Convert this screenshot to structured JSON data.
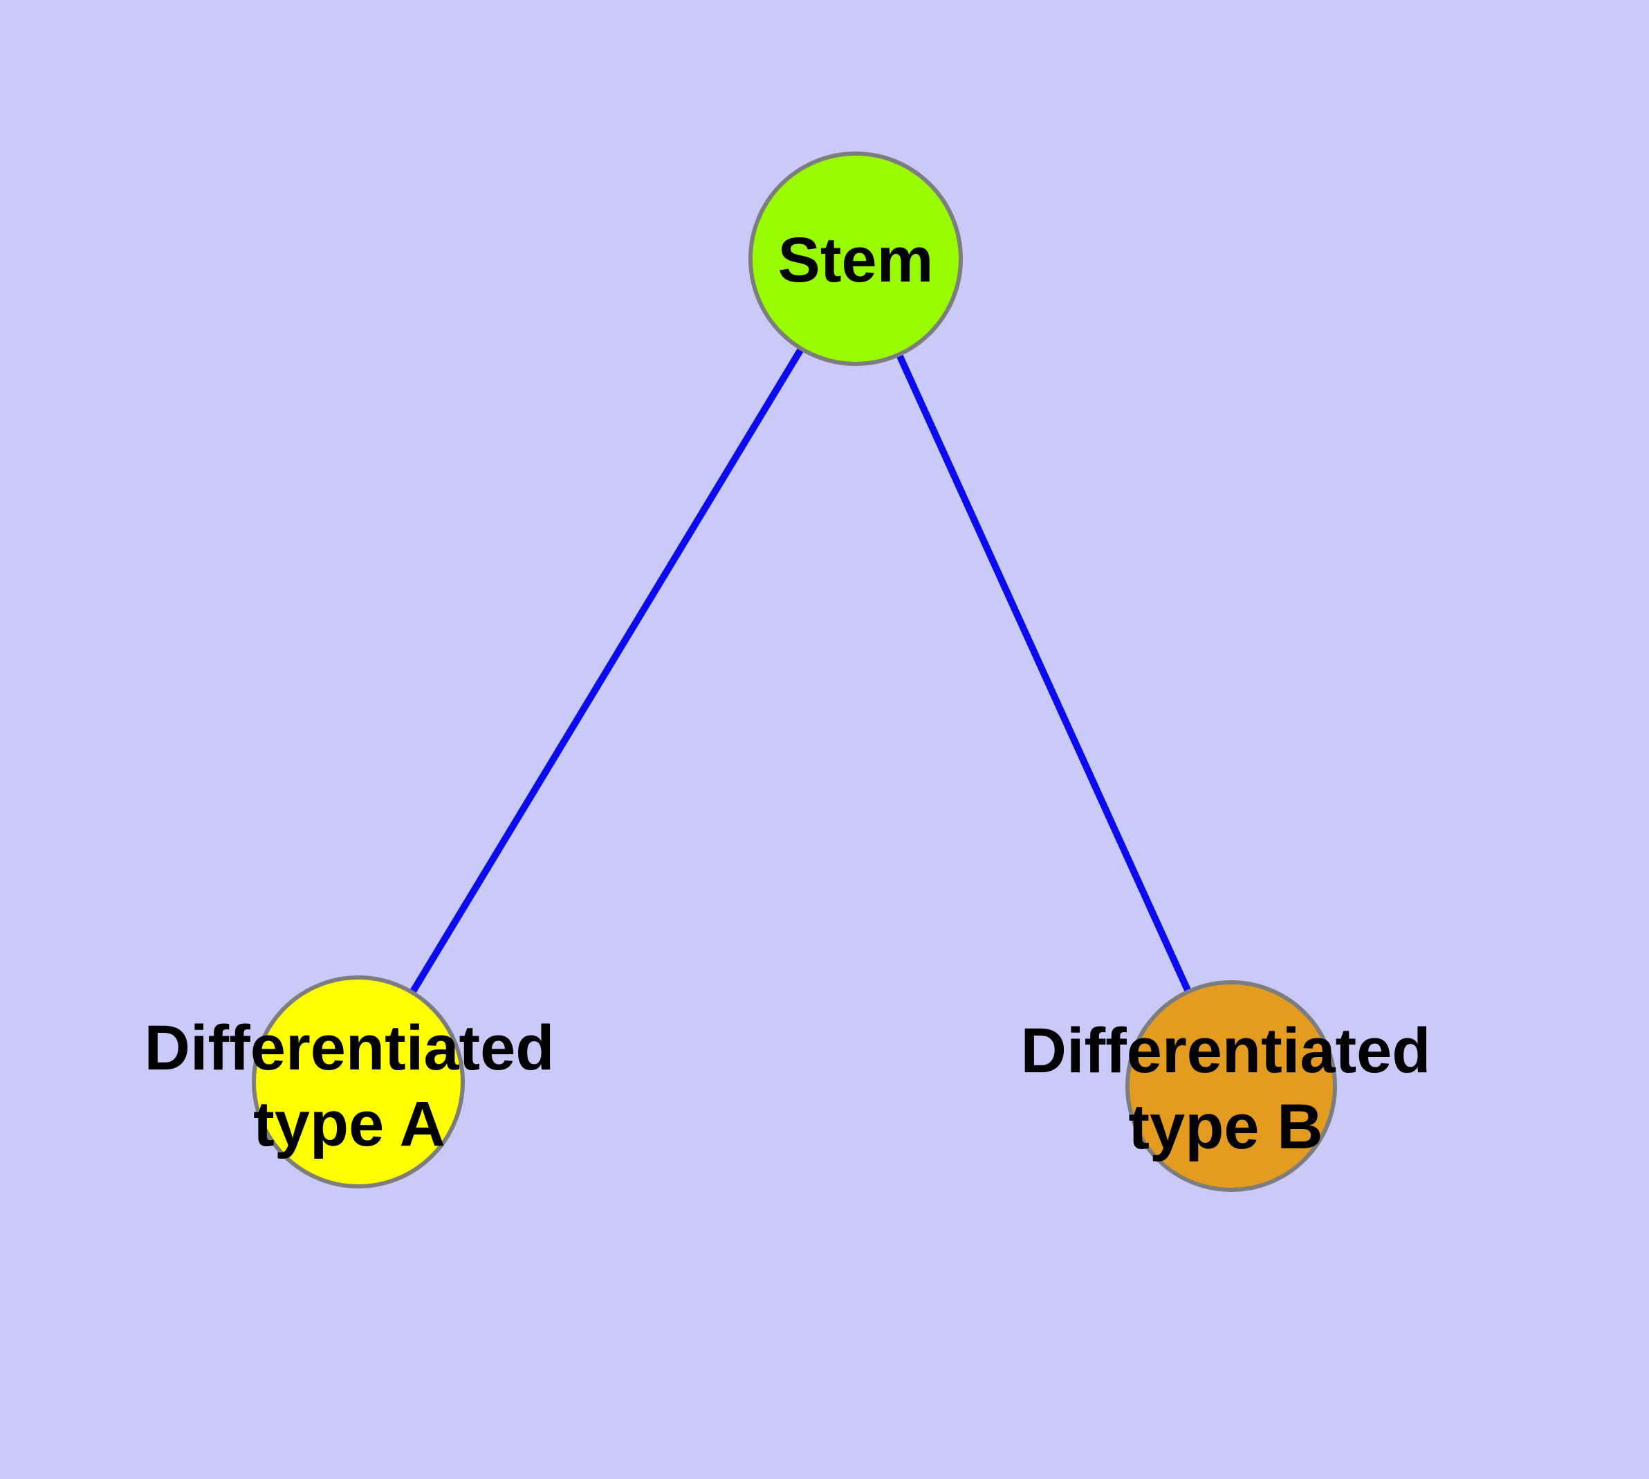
{
  "diagram": {
    "background_color": "#cacaf8",
    "edge_color": "#0b0bf0",
    "node_border_color": "#7d7d7d",
    "nodes": [
      {
        "name": "stem",
        "label": "Stem",
        "fill": "#98fb00"
      },
      {
        "name": "differentiated-type-a",
        "label_line1": "Differentiated",
        "label_line2": "type A",
        "fill": "#ffff00"
      },
      {
        "name": "differentiated-type-b",
        "label_line1": "Differentiated",
        "label_line2": "type B",
        "fill": "#e39c20"
      }
    ],
    "edges": [
      {
        "from": "stem",
        "to": "differentiated-type-a"
      },
      {
        "from": "stem",
        "to": "differentiated-type-b"
      }
    ]
  }
}
